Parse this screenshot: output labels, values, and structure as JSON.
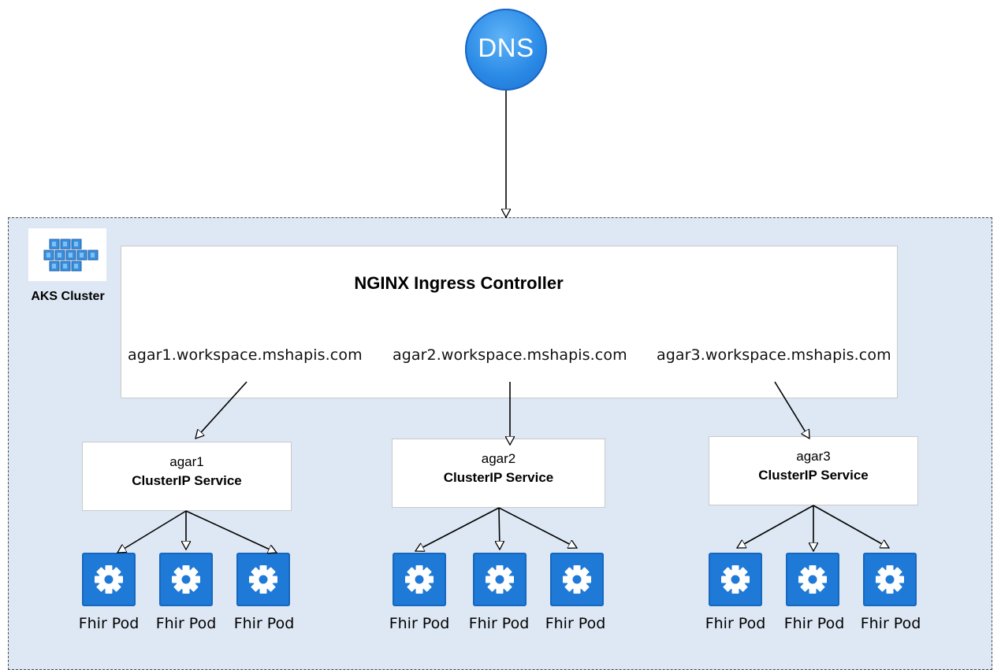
{
  "dns": {
    "label": "DNS"
  },
  "cluster": {
    "label": "AKS Cluster"
  },
  "ingress": {
    "title": "NGINX Ingress Controller",
    "hosts": [
      "agar1.workspace.mshapis.com",
      "agar2.workspace.mshapis.com",
      "agar3.workspace.mshapis.com"
    ]
  },
  "services": [
    {
      "name": "agar1",
      "type": "ClusterIP Service"
    },
    {
      "name": "agar2",
      "type": "ClusterIP Service"
    },
    {
      "name": "agar3",
      "type": "ClusterIP Service"
    }
  ],
  "pods": {
    "label": "Fhir Pod",
    "icon": "gear-icon",
    "per_service": 3
  },
  "colors": {
    "cluster_bg": "#dee8f4",
    "pod_blue": "#1e7ad6",
    "dns_blue": "#2b8be6"
  }
}
